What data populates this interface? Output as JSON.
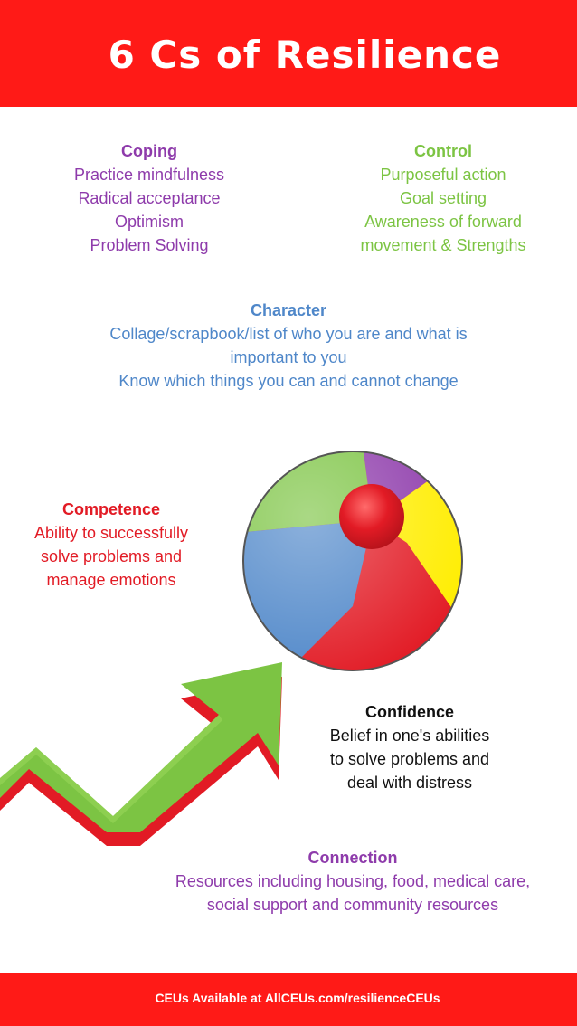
{
  "header": {
    "title": "6 Cs of Resilience"
  },
  "coping": {
    "heading": "Coping",
    "lines": [
      "Practice mindfulness",
      "Radical acceptance",
      "Optimism",
      "Problem Solving"
    ]
  },
  "control": {
    "heading": "Control",
    "lines": [
      "Purposeful action",
      "Goal setting",
      "Awareness of forward",
      "movement  & Strengths"
    ]
  },
  "character": {
    "heading": "Character",
    "lines": [
      "Collage/scrapbook/list of who you are and what is",
      "important to you",
      "Know which things you can and cannot change"
    ]
  },
  "competence": {
    "heading": "Competence",
    "lines": [
      "Ability to successfully",
      "solve problems and",
      "manage emotions"
    ]
  },
  "confidence": {
    "heading": "Confidence",
    "lines": [
      "Belief in one's abilities",
      "to solve problems and",
      "deal with distress"
    ]
  },
  "connection": {
    "heading": "Connection",
    "lines": [
      "Resources including housing, food, medical care,",
      "social support and community resources"
    ]
  },
  "footer": {
    "text": "CEUs Available at AllCEUs.com/resilienceCEUs"
  },
  "colors": {
    "brand_red": "#ff1a17",
    "purple": "#8e3bab",
    "green": "#7cc443",
    "blue": "#4f87c9",
    "red_text": "#e21b25",
    "yellow": "#ffed00"
  }
}
